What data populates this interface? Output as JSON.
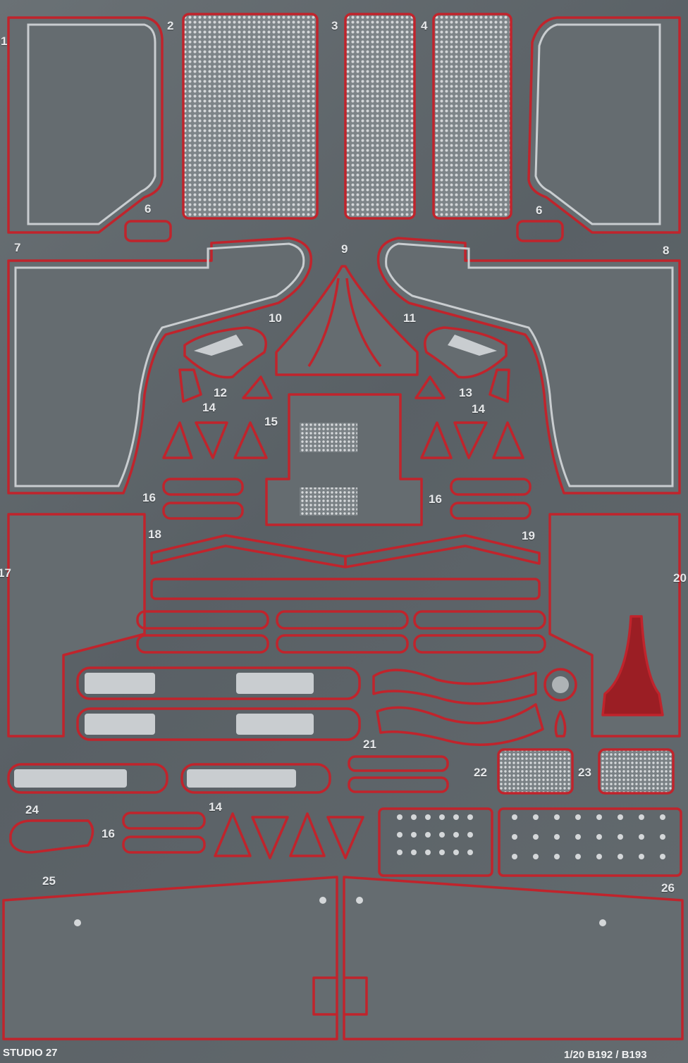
{
  "sheet": {
    "brand": "STUDIO 27",
    "scale_model": "1/20 B192 / B193",
    "colors": {
      "background": "#5f666a",
      "fret": "#c0242c",
      "metal": "#c9cdd0",
      "part": "#6b7276"
    }
  },
  "part_labels": {
    "p1": "1",
    "p2": "2",
    "p3": "3",
    "p4": "4",
    "p6a": "6",
    "p6b": "6",
    "p7a": "7",
    "p8": "8",
    "p9": "9",
    "p10": "10",
    "p11": "11",
    "p12": "12",
    "p13": "13",
    "p14a": "14",
    "p14b": "14",
    "p15": "15",
    "p16a": "16",
    "p16b": "16",
    "p17": "17",
    "p18": "18",
    "p19": "19",
    "p20": "20",
    "p21": "21",
    "p22": "22",
    "p23": "23",
    "p24": "24",
    "p16c": "16",
    "p14c": "14",
    "p25": "25",
    "p26": "26"
  }
}
